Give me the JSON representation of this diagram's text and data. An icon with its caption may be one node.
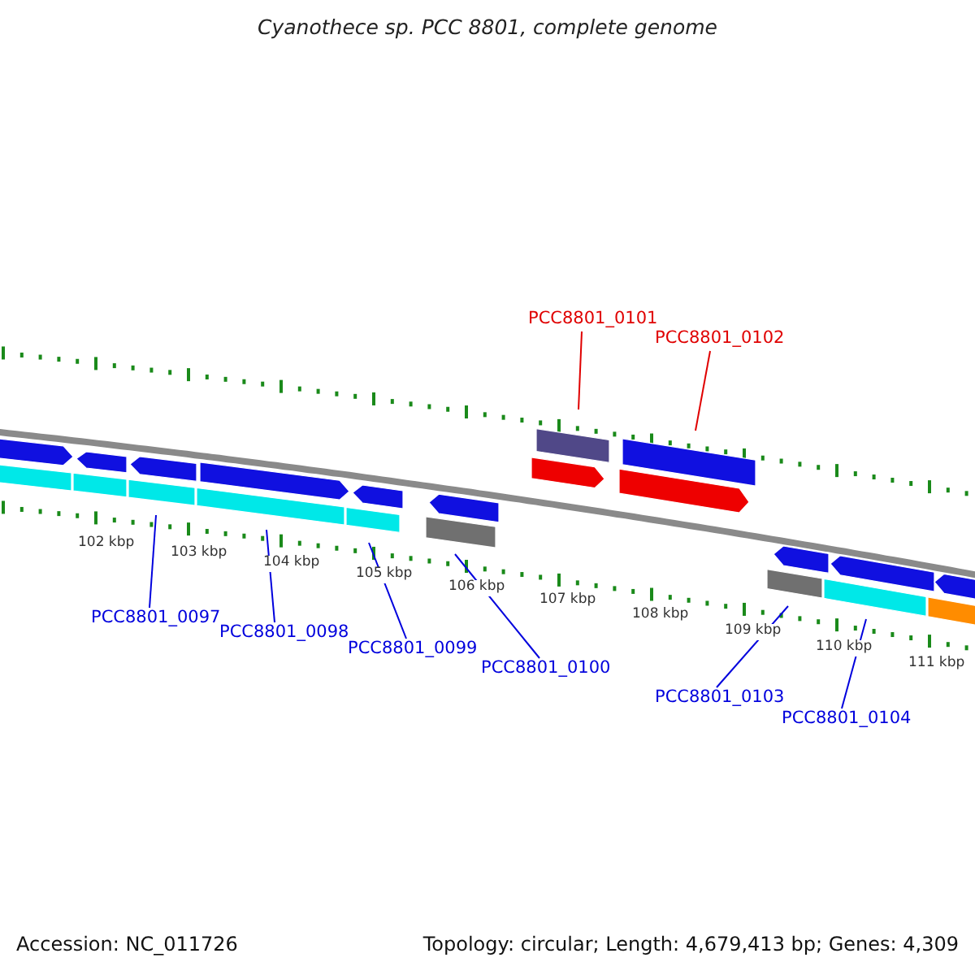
{
  "diagram": {
    "title": "Cyanothece sp. PCC 8801, complete genome",
    "nodes": [
      {
        "text": [
          "PCC8801_0101"
        ]
      },
      {
        "text": [
          "PCC8801_0102"
        ]
      },
      {
        "text": [
          "PCC8801_0097"
        ]
      },
      {
        "text": [
          "PCC8801_0098"
        ]
      },
      {
        "text": [
          "PCC8801_0099"
        ]
      },
      {
        "text": [
          "PCC8801_0100"
        ]
      },
      {
        "text": [
          "PCC8801_0103"
        ]
      },
      {
        "text": [
          "PCC8801_0104"
        ]
      }
    ],
    "edges": [
      {
        "from": 0,
        "to": null,
        "arrow": "none",
        "color": "#e00000"
      },
      {
        "from": 1,
        "to": null,
        "arrow": "none",
        "color": "#e00000"
      },
      {
        "from": 2,
        "to": null,
        "arrow": "none"
      },
      {
        "from": 3,
        "to": null,
        "arrow": "none"
      },
      {
        "from": 4,
        "to": null,
        "arrow": "none"
      },
      {
        "from": 5,
        "to": null,
        "arrow": "none"
      },
      {
        "from": 6,
        "to": null,
        "arrow": "none"
      },
      {
        "from": 7,
        "to": null,
        "arrow": "none"
      }
    ],
    "labels": [
      "102 kbp",
      "103 kbp",
      "104 kbp",
      "105 kbp",
      "106 kbp",
      "107 kbp",
      "108 kbp",
      "109 kbp",
      "110 kbp",
      "111 kbp",
      "Accession: NC_011726",
      "Topology: circular; Length: 4,679,413 bp; Genes: 4,309"
    ]
  }
}
